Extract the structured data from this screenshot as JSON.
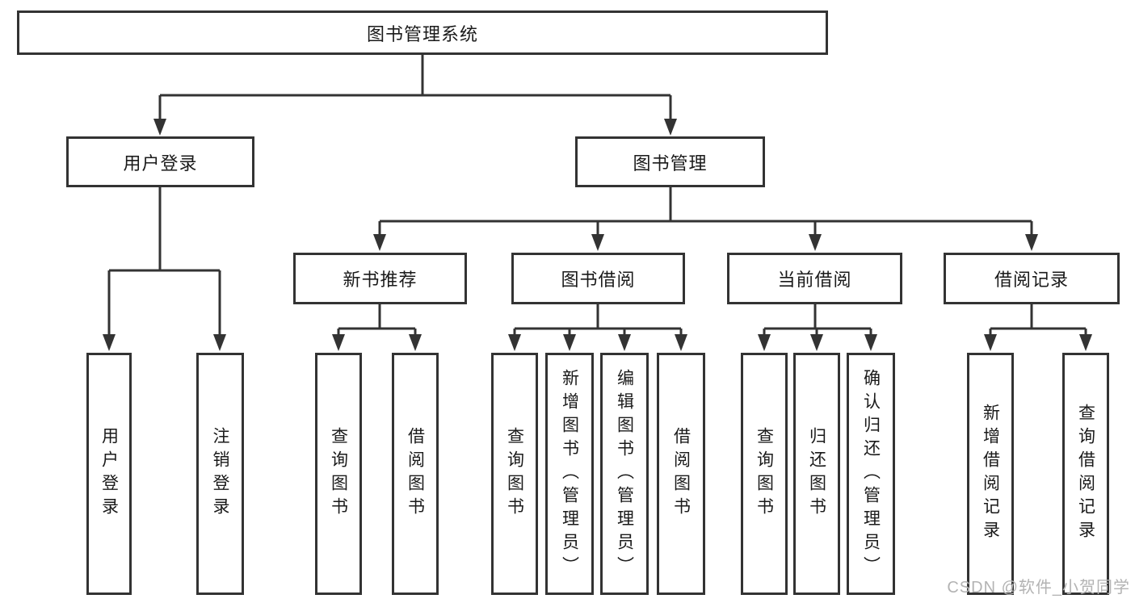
{
  "diagram": {
    "title": "图书管理系统",
    "level2": {
      "user_login": "用户登录",
      "book_management": "图书管理"
    },
    "level3": {
      "new_book_recommend": "新书推荐",
      "book_borrow": "图书借阅",
      "current_borrow": "当前借阅",
      "borrow_records": "借阅记录"
    },
    "leaves": {
      "user_login": [
        "用户登录",
        "注销登录"
      ],
      "new_book_recommend": [
        "查询图书",
        "借阅图书"
      ],
      "book_borrow": [
        "查询图书",
        "新增图书（管理员）",
        "编辑图书（管理员）",
        "借阅图书"
      ],
      "current_borrow": [
        "查询图书",
        "归还图书",
        "确认归还（管理员）"
      ],
      "borrow_records": [
        "新增借阅记录",
        "查询借阅记录"
      ]
    }
  },
  "watermark": {
    "text": "CSDN @软件_小贺同学"
  },
  "colors": {
    "line": "#333333",
    "text": "#1a1a1a",
    "background": "#ffffff",
    "watermark": "#b3b3b3"
  }
}
